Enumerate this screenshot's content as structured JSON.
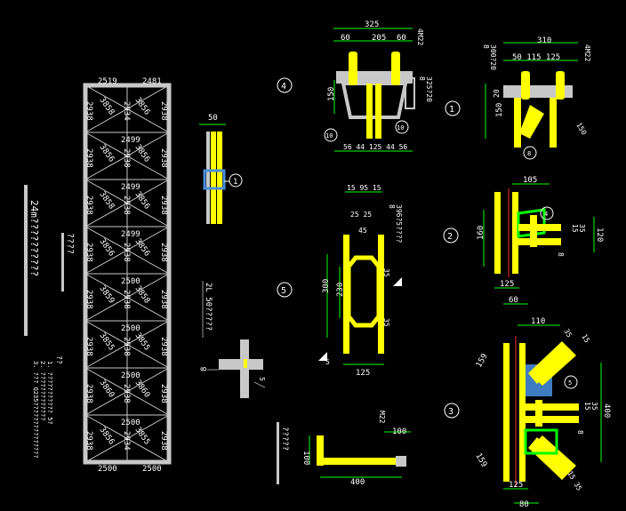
{
  "truss": {
    "title": "24m??????????",
    "subtitle": "????",
    "top_labels": [
      "2519",
      "2481"
    ],
    "bottom_labels": [
      "2500",
      "2500"
    ],
    "panels": [
      {
        "top": "",
        "left": "2938",
        "right": "2938",
        "diag1": "3858",
        "diag2": "2934",
        "diag3": "3856"
      },
      {
        "top": "2499",
        "left": "2938",
        "right": "2938",
        "diag1": "3856",
        "diag2": "2938",
        "diag3": "3856"
      },
      {
        "top": "2499",
        "left": "2938",
        "right": "2938",
        "diag1": "3858",
        "diag2": "2938",
        "diag3": "3856"
      },
      {
        "top": "2499",
        "left": "2938",
        "right": "2938",
        "diag1": "3856",
        "diag2": "2938",
        "diag3": "3856"
      },
      {
        "top": "2500",
        "left": "2938",
        "right": "2938",
        "diag1": "3859",
        "diag2": "2938",
        "diag3": "3858"
      },
      {
        "top": "2500",
        "left": "2938",
        "right": "2938",
        "diag1": "3855",
        "diag2": "2938",
        "diag3": "3855"
      },
      {
        "top": "2500",
        "left": "2938",
        "right": "2938",
        "diag1": "3860",
        "diag2": "2938",
        "diag3": "3860"
      },
      {
        "top": "2500",
        "left": "2938",
        "right": "2938",
        "diag1": "3856",
        "diag2": "2934",
        "diag3": "3855"
      }
    ]
  },
  "notes": {
    "title": "??",
    "lines": [
      "1. ??????????? 5?",
      "2. ?????????????",
      "3. ??? Q235???????????????"
    ]
  },
  "col_mid": {
    "width_label": "50",
    "callout": "1",
    "section_label": "2L 50?????",
    "weld_label": "8",
    "weld_size": "5",
    "side_label": "?????"
  },
  "anchor": {
    "bolt": "M22",
    "length": "400",
    "hook": "100",
    "side": "100"
  },
  "detail4": {
    "num": "4",
    "width": "325",
    "parts": [
      "60",
      "205",
      "60"
    ],
    "bolt": "4M22",
    "plate": "325?20",
    "weld": "8",
    "height": "150",
    "bottom": "56 44 125 44 56",
    "circle": "10"
  },
  "detail5": {
    "num": "5",
    "top_dims": "15 95 15",
    "inner": "25  25",
    "gap": "45",
    "plate": "396?5????",
    "weld": "8",
    "h1": "300",
    "h2": "230",
    "small": "35",
    "width": "125",
    "weld_small": "5"
  },
  "detail1": {
    "num": "1",
    "width": "310",
    "parts": "50  115  125",
    "sub": "20",
    "bolt": "4M22",
    "plate": "300?20",
    "weld": "8",
    "height": "150",
    "small": "20",
    "diag": "150",
    "circle": "8"
  },
  "detail2": {
    "num": "2",
    "top": "105",
    "left": "160",
    "right1": "15",
    "right2": "35",
    "right3": "120",
    "bottom1": "125",
    "bottom2": "60",
    "weld": "8",
    "callout": "4"
  },
  "detail3": {
    "num": "3",
    "top": "110",
    "t1": "35",
    "t2": "15",
    "left": "159",
    "left2": "159",
    "right": "400",
    "mid1": "15",
    "mid2": "35",
    "weld": "8",
    "bottom1": "125",
    "bottom2": "80",
    "br": "15 35",
    "callout": "5"
  },
  "colors": {
    "member": "#ffff00",
    "dim": "#00ff00",
    "text": "#ffffff",
    "truss": "#c8c8c8",
    "plate": "#a0a0a0",
    "gusset": "#4a90e2",
    "red": "#ff2a2a"
  }
}
